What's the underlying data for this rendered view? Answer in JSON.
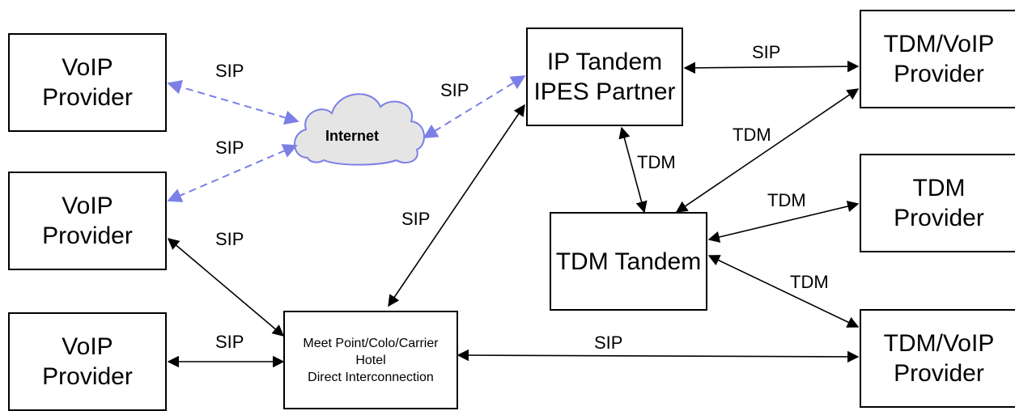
{
  "nodes": {
    "voip_provider_1": [
      "VoIP",
      "Provider"
    ],
    "voip_provider_2": [
      "VoIP",
      "Provider"
    ],
    "voip_provider_3": [
      "VoIP",
      "Provider"
    ],
    "ip_tandem": [
      "IP Tandem",
      "IPES Partner"
    ],
    "tdm_voip_provider_top": [
      "TDM/VoIP",
      "Provider"
    ],
    "tdm_provider": [
      "TDM",
      "Provider"
    ],
    "tdm_tandem": [
      "TDM Tandem"
    ],
    "meet_point": [
      "Meet Point/Colo/Carrier",
      "Hotel",
      "Direct Interconnection"
    ],
    "tdm_voip_provider_bottom": [
      "TDM/VoIP",
      "Provider"
    ],
    "internet": "Internet"
  },
  "edge_labels": {
    "voip1_internet": "SIP",
    "voip2_internet": "SIP",
    "internet_iptandem": "SIP",
    "iptandem_tdmvoip_top": "SIP",
    "voip2_meetpoint": "SIP",
    "voip3_meetpoint": "SIP",
    "meetpoint_iptandem": "SIP",
    "meetpoint_tdmvoip_bottom": "SIP",
    "iptandem_tdmtandem": "TDM",
    "tdmvoip_top_tdmtandem": "TDM",
    "tdmprovider_tdmtandem": "TDM",
    "tdmtandem_tdmvoip_bottom": "TDM"
  },
  "colors": {
    "internet_link": "#7b7fe6",
    "cloud_fill": "#e5e5e5",
    "line": "#000000"
  }
}
